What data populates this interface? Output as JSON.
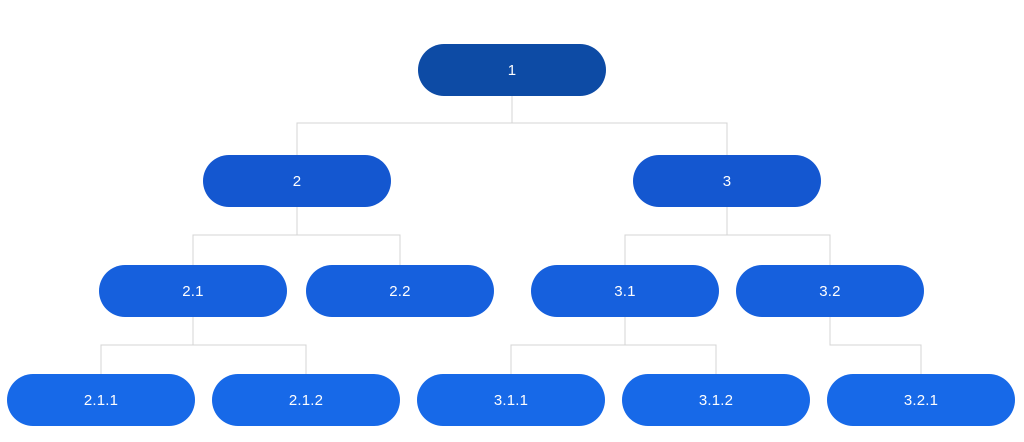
{
  "diagram": {
    "type": "tree",
    "background_color": "#ffffff",
    "connector_color": "#d4d4d4",
    "node_text_color": "#fdfdfe",
    "depth_colors": {
      "level1": "#0d4ba5",
      "level2": "#1457d0",
      "level3": "#1660dd",
      "level4": "#1769e8"
    },
    "nodes": {
      "n1": {
        "label": "1",
        "depth": 1,
        "parent": null
      },
      "n2": {
        "label": "2",
        "depth": 2,
        "parent": "1"
      },
      "n3": {
        "label": "3",
        "depth": 2,
        "parent": "1"
      },
      "n2_1": {
        "label": "2.1",
        "depth": 3,
        "parent": "2"
      },
      "n2_2": {
        "label": "2.2",
        "depth": 3,
        "parent": "2"
      },
      "n3_1": {
        "label": "3.1",
        "depth": 3,
        "parent": "3"
      },
      "n3_2": {
        "label": "3.2",
        "depth": 3,
        "parent": "3"
      },
      "n2_1_1": {
        "label": "2.1.1",
        "depth": 4,
        "parent": "2.1"
      },
      "n2_1_2": {
        "label": "2.1.2",
        "depth": 4,
        "parent": "2.1"
      },
      "n3_1_1": {
        "label": "3.1.1",
        "depth": 4,
        "parent": "3.1"
      },
      "n3_1_2": {
        "label": "3.1.2",
        "depth": 4,
        "parent": "3.1"
      },
      "n3_2_1": {
        "label": "3.2.1",
        "depth": 4,
        "parent": "3.2"
      }
    },
    "edges": [
      [
        "1",
        "2"
      ],
      [
        "1",
        "3"
      ],
      [
        "2",
        "2.1"
      ],
      [
        "2",
        "2.2"
      ],
      [
        "3",
        "3.1"
      ],
      [
        "3",
        "3.2"
      ],
      [
        "2.1",
        "2.1.1"
      ],
      [
        "2.1",
        "2.1.2"
      ],
      [
        "3.1",
        "3.1.1"
      ],
      [
        "3.1",
        "3.1.2"
      ],
      [
        "3.2",
        "3.2.1"
      ]
    ]
  }
}
